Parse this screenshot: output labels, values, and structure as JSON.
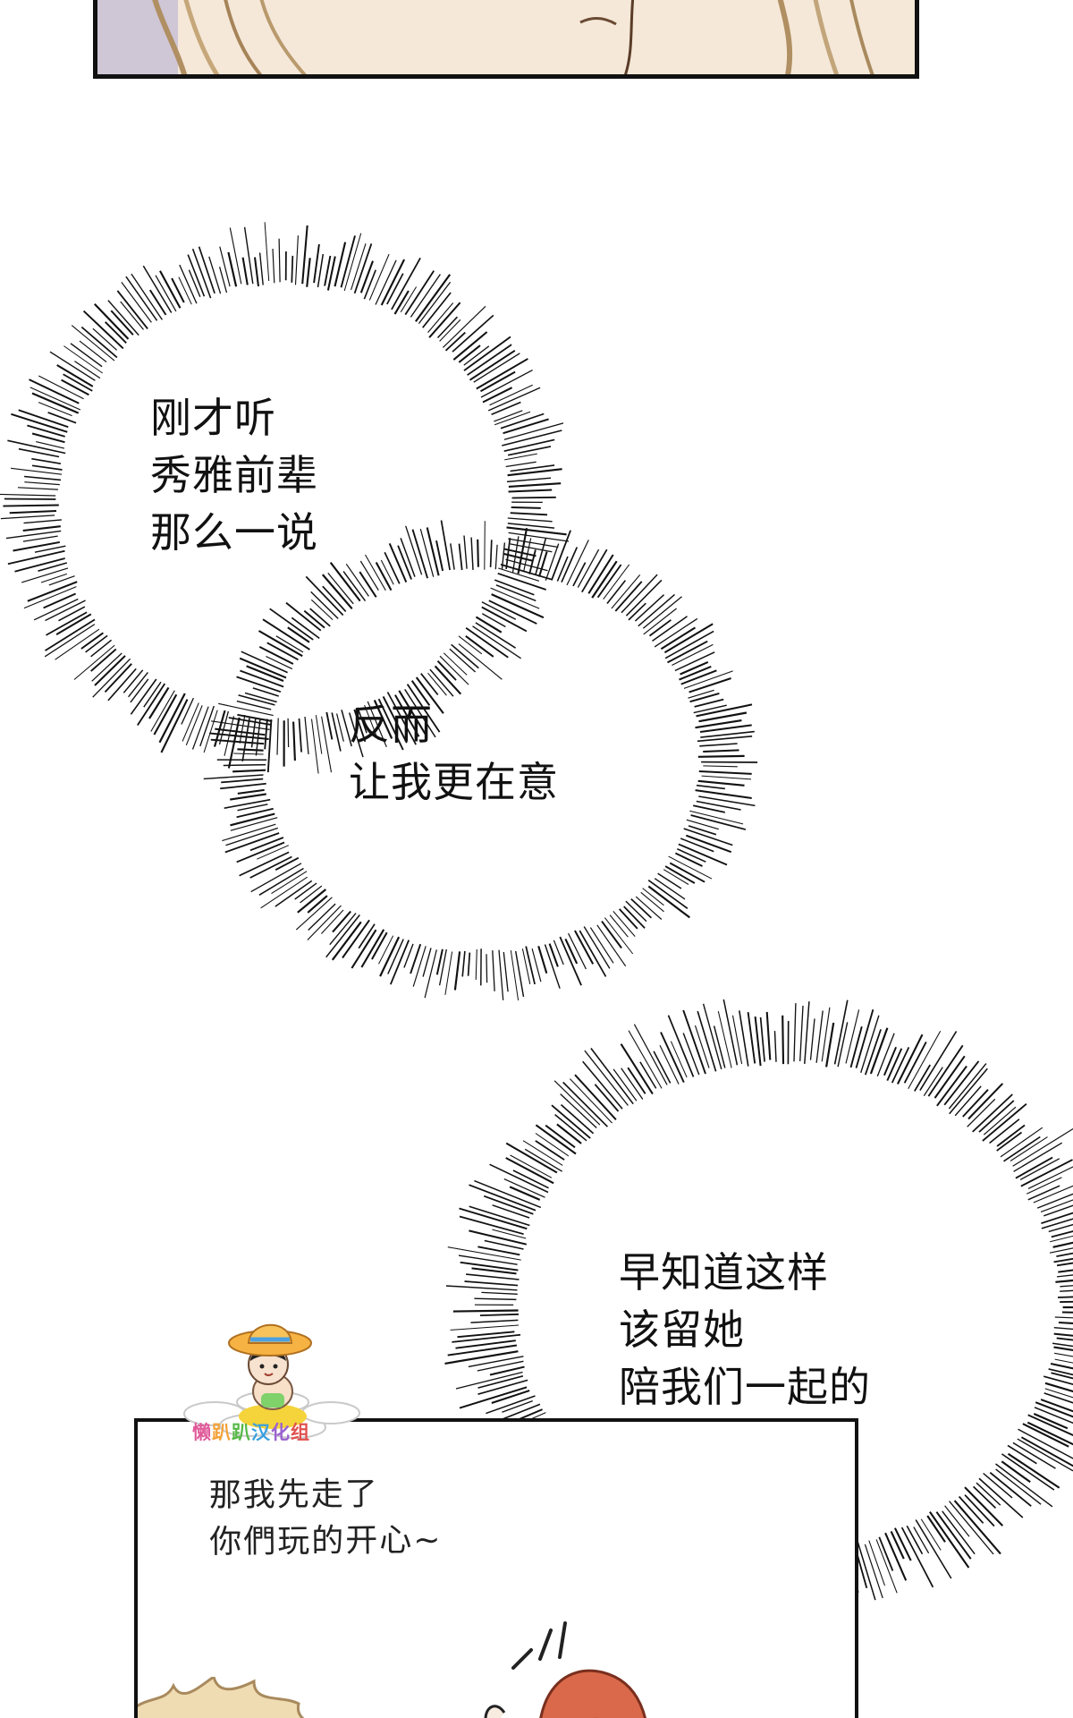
{
  "bubbles": {
    "one": {
      "line1": "刚才听",
      "line2": "秀雅前辈",
      "line3": "那么一说"
    },
    "two": {
      "line1": "反而",
      "line2": "让我更在意"
    },
    "three": {
      "line1": "早知道这样",
      "line2": "该留她",
      "line3": "陪我们一起的"
    }
  },
  "panel": {
    "line1": "那我先走了",
    "line2": "你們玩的开心~"
  },
  "watermark": {
    "text": "懒趴趴汉化组",
    "colors": [
      "#e05a9a",
      "#f3a23a",
      "#57b847",
      "#3aa0de",
      "#9a62cf",
      "#e0514f"
    ]
  },
  "colors": {
    "ink": "#111111",
    "hair_blonde": "#e8d2a6",
    "hair_red": "#d9694a",
    "skin": "#f6e3cf"
  }
}
